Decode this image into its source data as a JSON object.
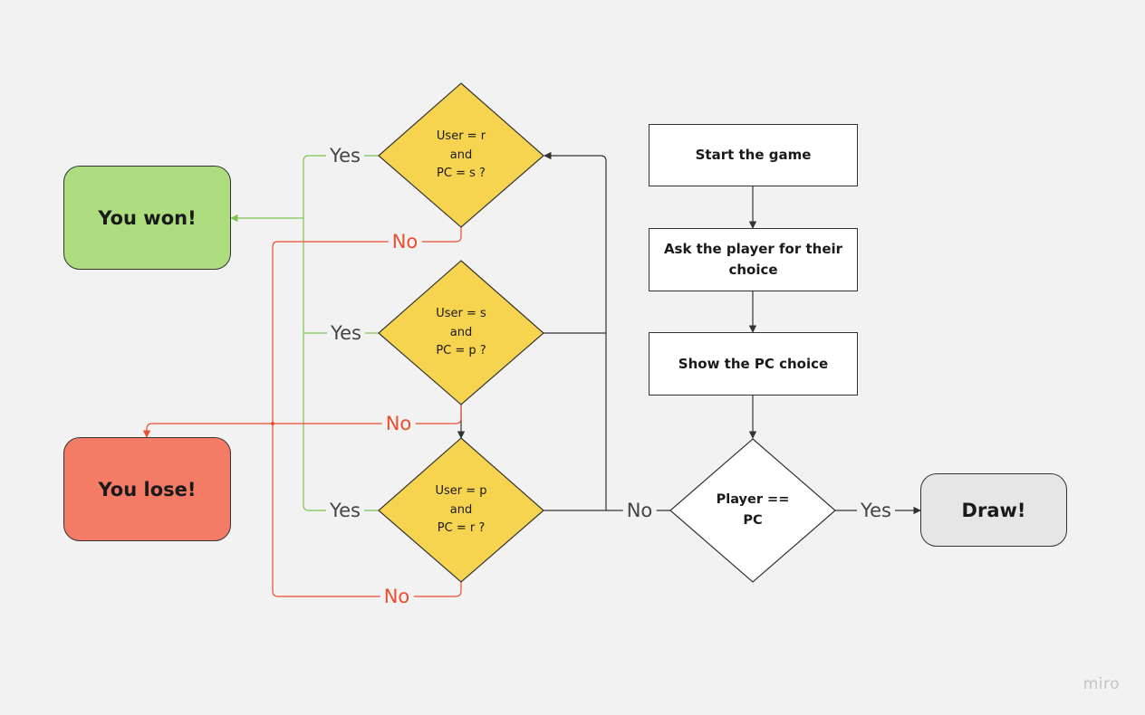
{
  "nodes": {
    "start": "Start the game",
    "ask": "Ask the player for their choice",
    "show": "Show the PC choice",
    "player_check": [
      "Player ==",
      "PC"
    ],
    "draw": "Draw!",
    "won": "You won!",
    "lose": "You lose!",
    "cond1": [
      "User = r",
      "and",
      "PC = s ?"
    ],
    "cond2": [
      "User = s",
      "and",
      "PC = p ?"
    ],
    "cond3": [
      "User = p",
      "and",
      "PC = r ?"
    ]
  },
  "labels": {
    "yes": "Yes",
    "no": "No"
  },
  "colors": {
    "background": "#f2f2f2",
    "diamond_fill": "#f7d44f",
    "won_fill": "#addd7e",
    "lose_fill": "#f47c66",
    "draw_fill": "#e6e6e6",
    "yes_line": "#7dc552",
    "no_line": "#e94f2f",
    "neutral_line": "#333333"
  },
  "watermark": "miro"
}
